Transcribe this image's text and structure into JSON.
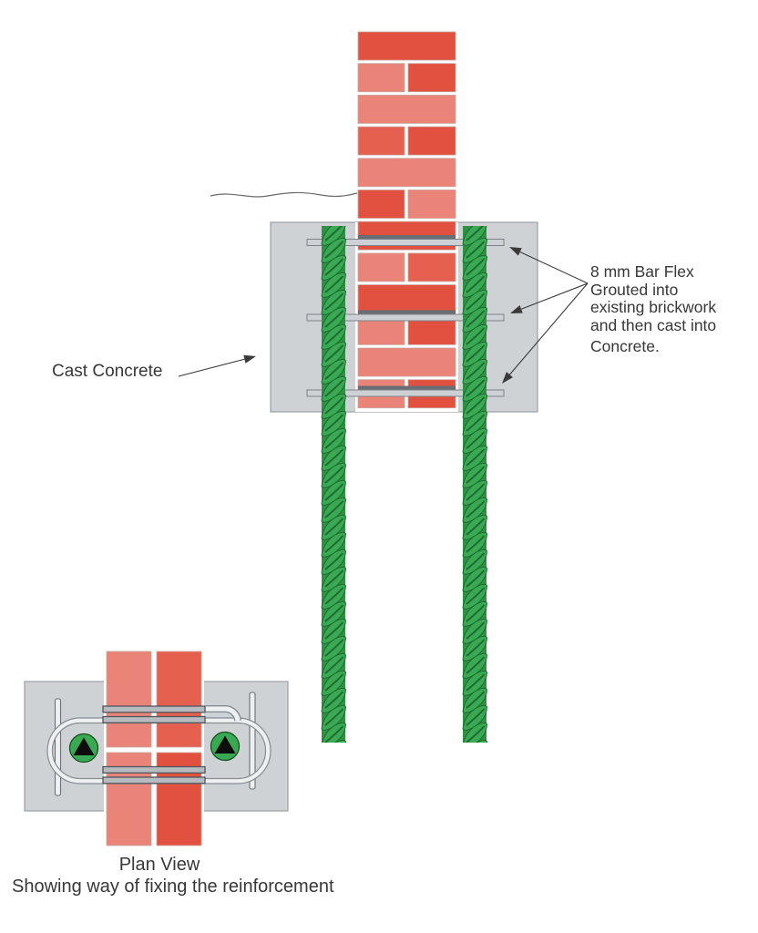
{
  "diagram": {
    "elevation": {
      "cast_concrete_label": "Cast Concrete",
      "bar_flex_label_lines": [
        "8 mm Bar Flex",
        "Grouted into",
        "existing brickwork",
        "and then cast into",
        "Concrete."
      ]
    },
    "plan": {
      "title": "Plan View",
      "caption": "Showing way of fixing the reinforcement"
    },
    "colors": {
      "brick_dark": "#e2503f",
      "brick_mid": "#e5604e",
      "brick_light": "#ea8478",
      "brick_outline": "#c9a59e",
      "mortar": "#ffffff",
      "concrete": "#ced2d5",
      "concrete_border": "#9aa0a5",
      "rebar_green": "#3aa953",
      "rebar_green_dark": "#1d6b30",
      "rebar_green_base": "#2e9143",
      "bar_fill": "#cdd1d5",
      "bar_outline": "#7d8389",
      "bar_slot": "#686e74",
      "plan_bar_fill": "#b7bbc0",
      "plan_bar_edge": "#51565c",
      "loop_fill": "#eef0f1",
      "loop_edge": "#878d93",
      "triangle": "#0d0d0d",
      "line": "#3a3a3a"
    }
  }
}
